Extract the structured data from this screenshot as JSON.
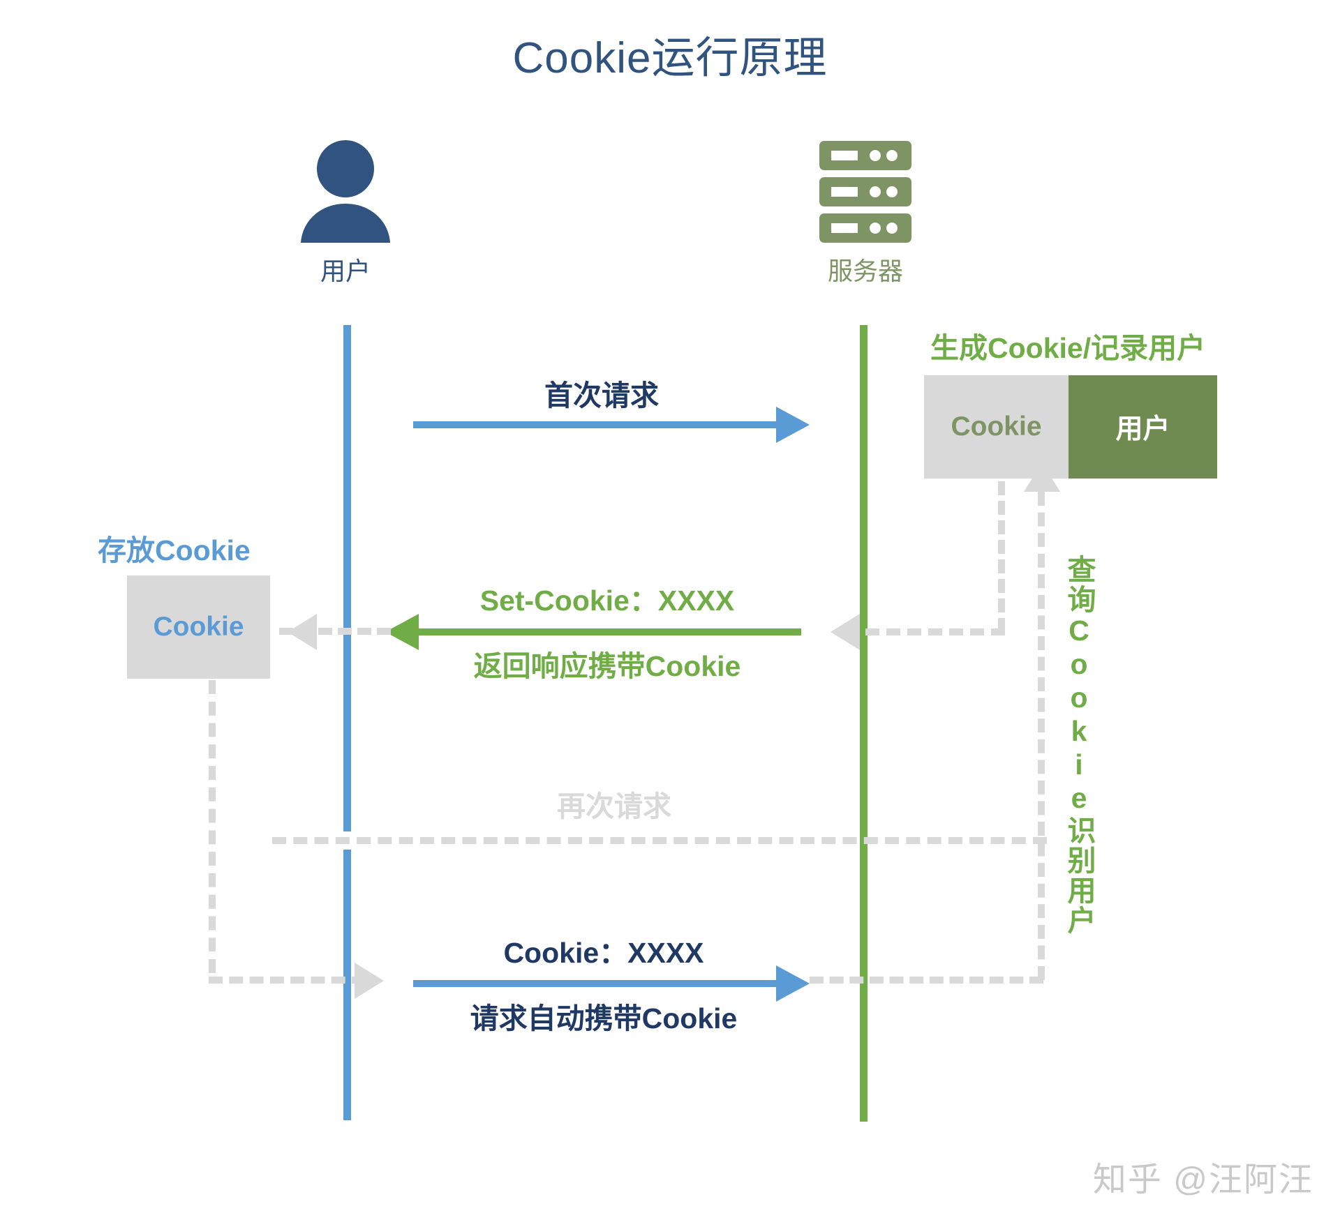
{
  "diagram": {
    "title": "Cookie运行原理",
    "actors": [
      {
        "name": "user",
        "label": "用户",
        "icon": "user-person-icon",
        "color": "#30537f"
      },
      {
        "name": "server",
        "label": "服务器",
        "icon": "server-rack-icon",
        "color": "#7f9465"
      }
    ],
    "messages": [
      {
        "id": "first-request",
        "label_top": "首次请求",
        "label_bottom": "",
        "direction": "user-to-server",
        "style": "solid",
        "color": "#5b9bd5"
      },
      {
        "id": "set-cookie-response",
        "label_top": "Set-Cookie：XXXX",
        "label_bottom": "返回响应携带Cookie",
        "direction": "server-to-user",
        "style": "solid",
        "color": "#70ad47"
      },
      {
        "id": "second-request",
        "label_top": "再次请求",
        "label_bottom": "",
        "direction": "user-to-server",
        "style": "dashed",
        "color": "#d9d9d9"
      },
      {
        "id": "cookie-request",
        "label_top": "Cookie：XXXX",
        "label_bottom": "请求自动携带Cookie",
        "direction": "user-to-server",
        "style": "solid",
        "color": "#1f3864"
      }
    ],
    "annotations": {
      "store_cookie_title": "存放Cookie",
      "store_cookie_box": "Cookie",
      "generate_cookie_title": "生成Cookie/记录用户",
      "query_cookie_label": "查询Cookie识别用户"
    },
    "server_table": {
      "columns": [
        "Cookie",
        "用户"
      ],
      "column_colors": [
        "#d9d9d9",
        "#6f8b51"
      ]
    },
    "watermark": "知乎 @汪阿汪",
    "colors": {
      "title": "#30537f",
      "user_blue": "#5b9bd5",
      "navy": "#1f3864",
      "server_green": "#70ad47",
      "table_green": "#6f8b51",
      "gray": "#d9d9d9",
      "watermark": "#c9c9c9"
    }
  }
}
